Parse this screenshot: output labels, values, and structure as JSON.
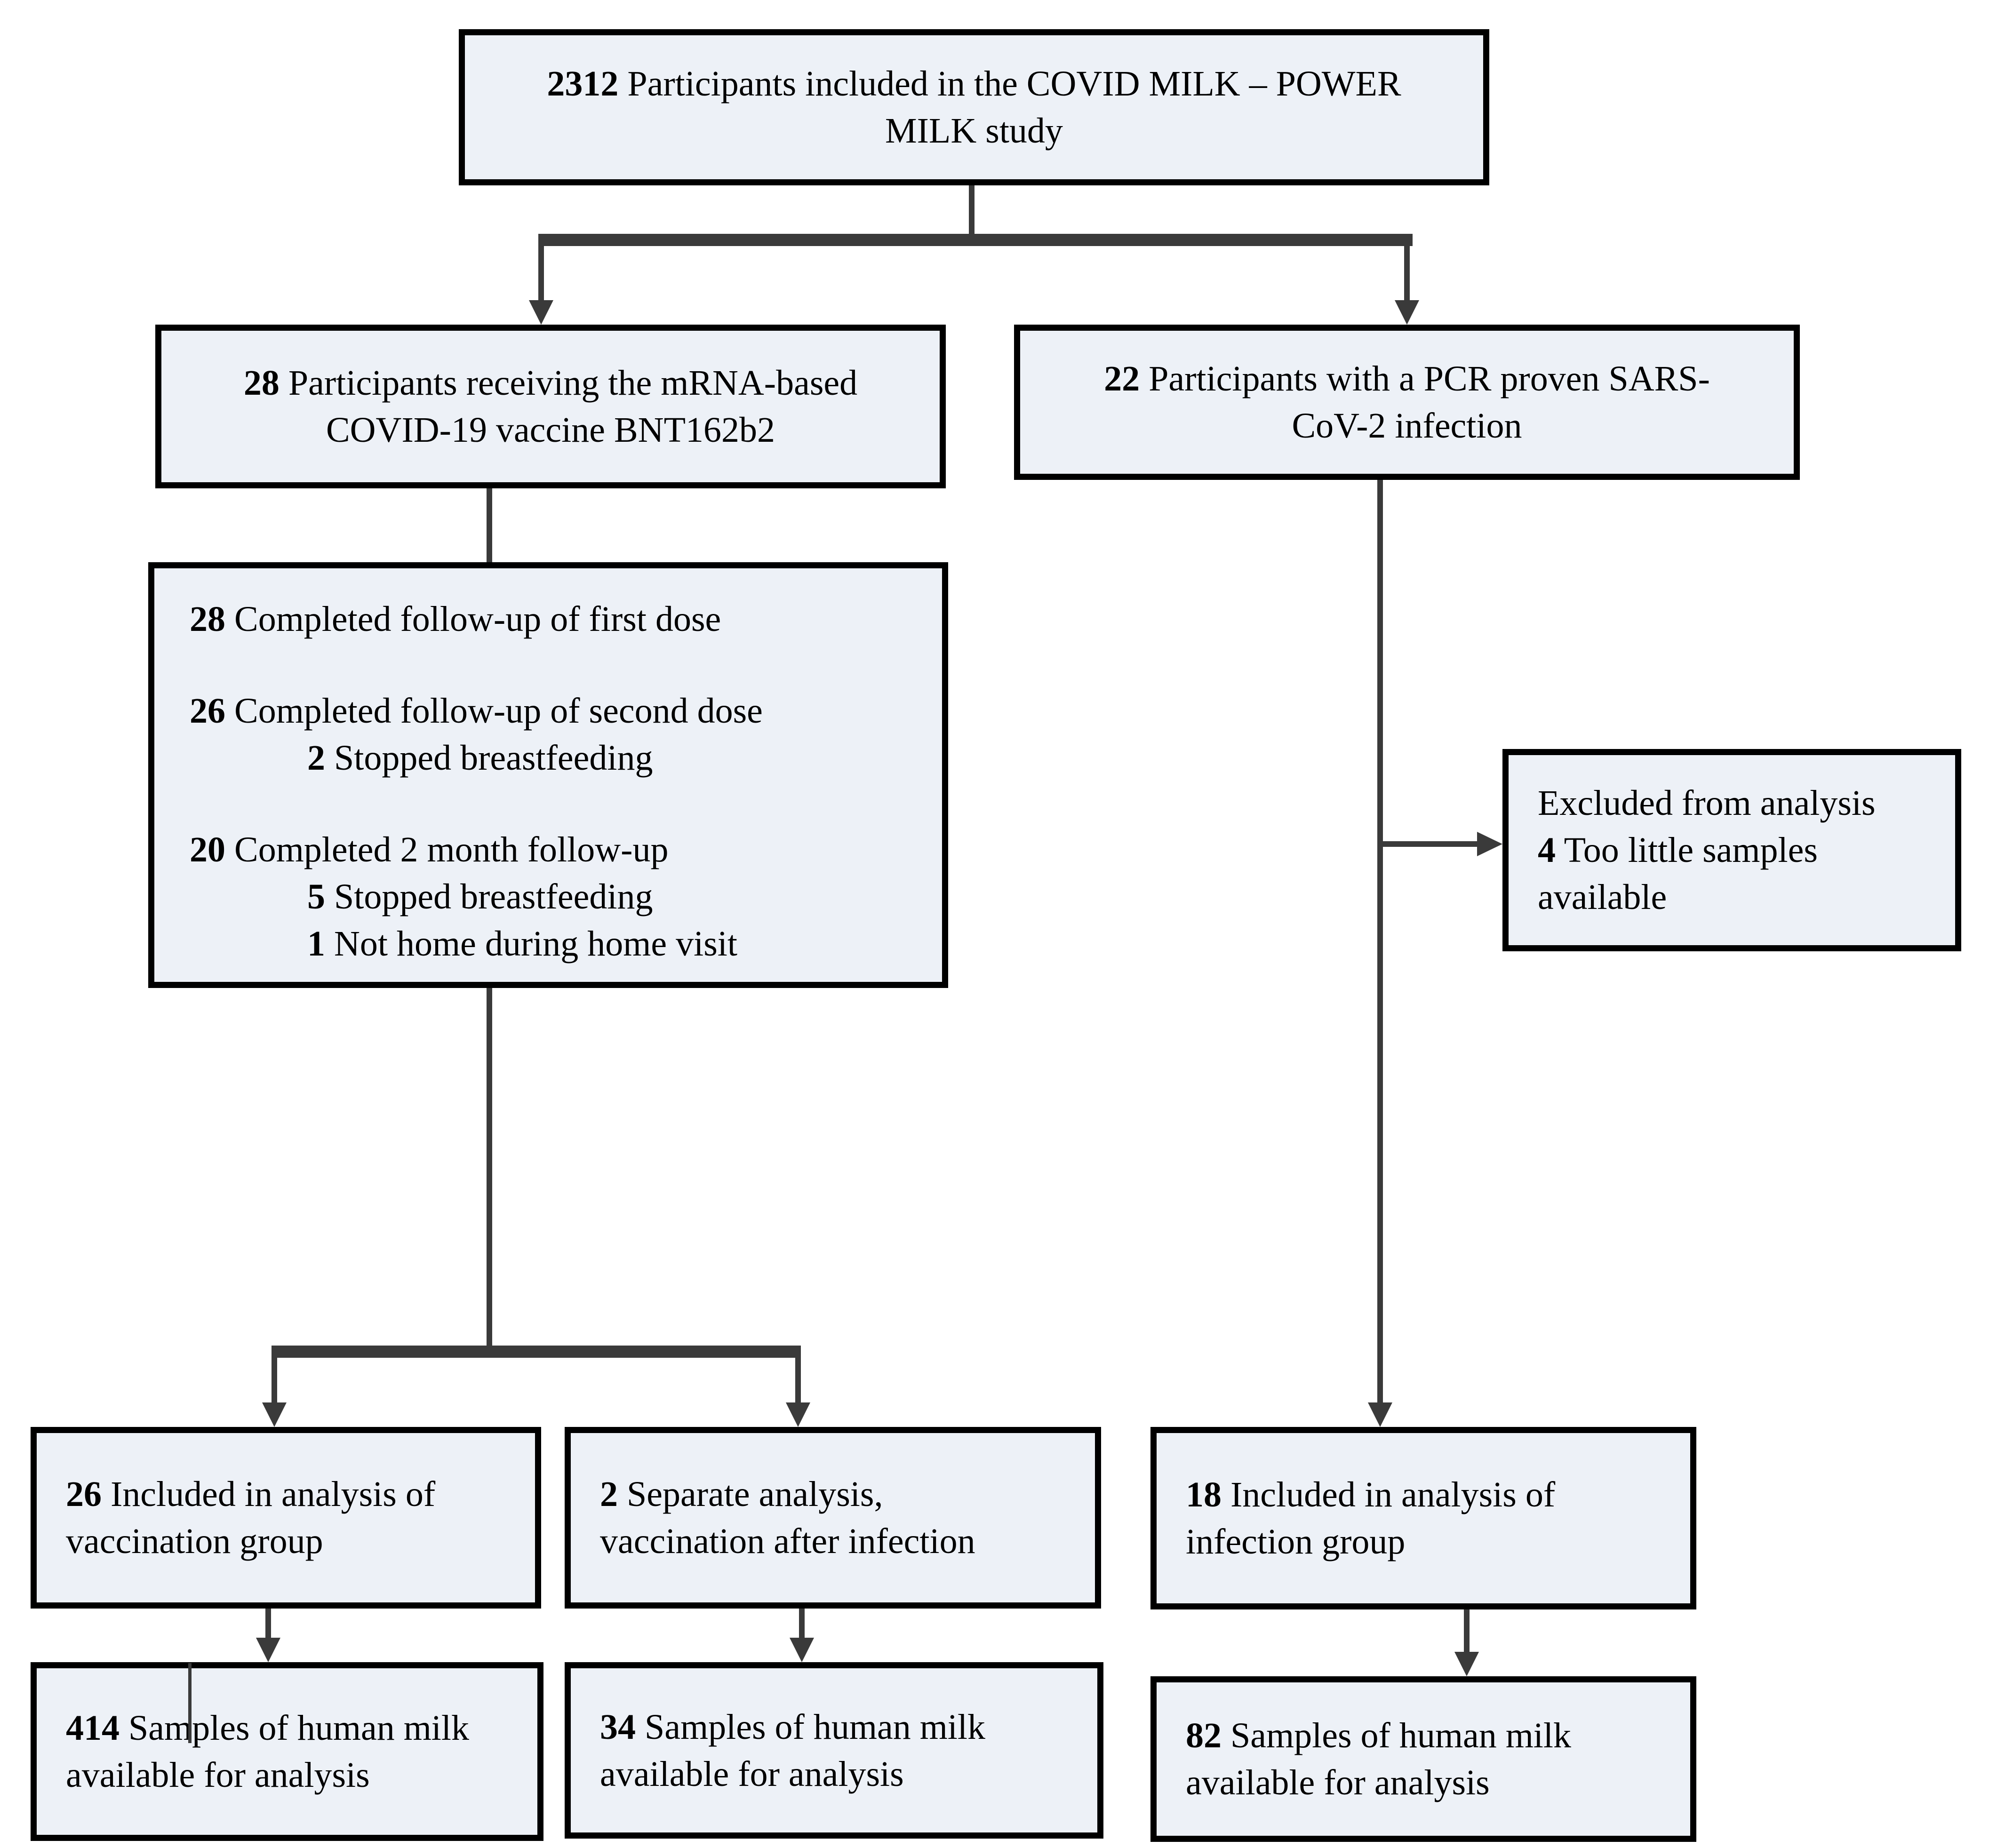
{
  "colors": {
    "background": "#ffffff",
    "box_fill": "#edf1f7",
    "box_border": "#000000",
    "connector": "#3a3a3a"
  },
  "boxes": {
    "total": {
      "num": "2312",
      "line1": "Participants included in the COVID MILK – POWER",
      "line2": "MILK study"
    },
    "vaccine": {
      "num": "28",
      "line1": "Participants receiving the mRNA-based",
      "line2": "COVID-19 vaccine BNT162b2"
    },
    "infection": {
      "num": "22",
      "line1": "Participants with a PCR proven SARS-",
      "line2": "CoV-2 infection"
    },
    "followup": {
      "rows": [
        {
          "num": "28",
          "text": "Completed follow-up of first dose"
        },
        {
          "num": "26",
          "text": "Completed follow-up of second dose"
        },
        {
          "num": "2",
          "text": "Stopped breastfeeding"
        },
        {
          "num": "20",
          "text": "Completed 2 month follow-up"
        },
        {
          "num": "5",
          "text": "Stopped breastfeeding"
        },
        {
          "num": "1",
          "text": "Not home during home visit"
        }
      ]
    },
    "excluded": {
      "line1": "Excluded from analysis",
      "num": "4",
      "line2": "Too little samples",
      "line3": "available"
    },
    "vaccination_group": {
      "num": "26",
      "line1": "Included in analysis of",
      "line2": "vaccination group"
    },
    "separate_analysis": {
      "num": "2",
      "line1": "Separate analysis,",
      "line2": "vaccination after infection"
    },
    "infection_group": {
      "num": "18",
      "line1": "Included in analysis of",
      "line2": "infection group"
    },
    "samples_vaccination": {
      "num": "414",
      "line1": "Samples of human milk",
      "line2": "available for analysis"
    },
    "samples_separate": {
      "num": "34",
      "line1": "Samples of human milk",
      "line2": "available for analysis"
    },
    "samples_infection": {
      "num": "82",
      "line1": "Samples of human milk",
      "line2": "available for analysis"
    }
  }
}
